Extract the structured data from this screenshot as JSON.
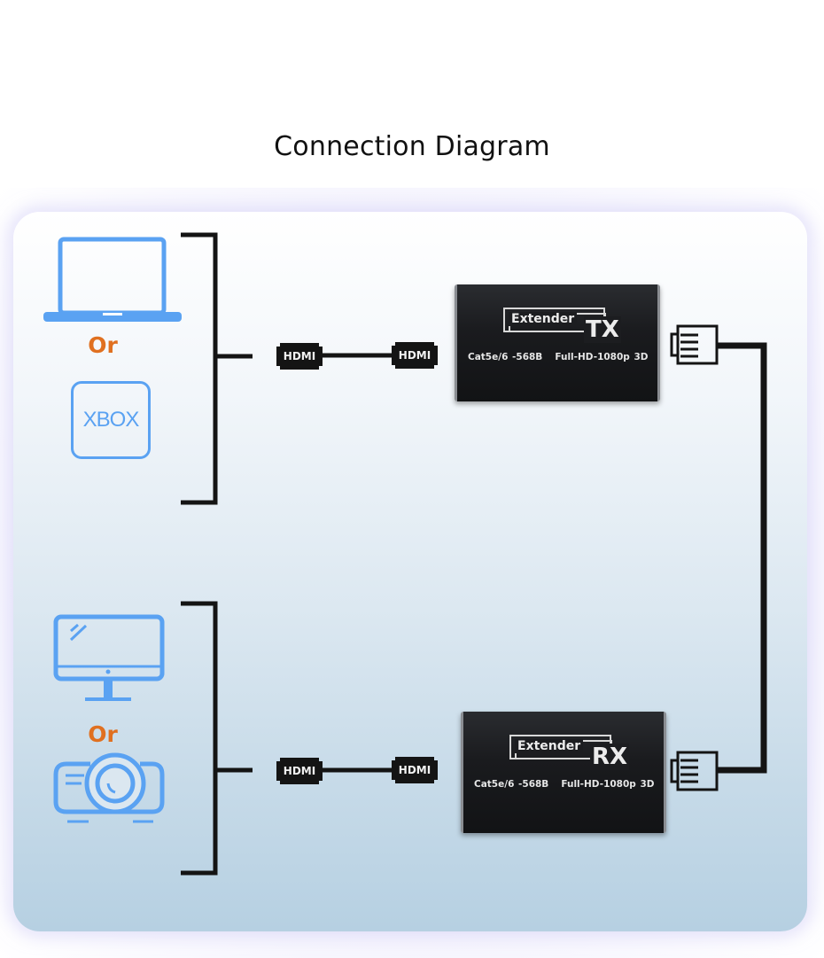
{
  "title": "Connection Diagram",
  "colors": {
    "icon_blue": "#5aa2f2",
    "or_orange": "#e07020",
    "line_black": "#141414",
    "device_body": "#1a1b1e"
  },
  "source_group": {
    "devices": [
      {
        "name": "laptop",
        "icon": "laptop-icon"
      },
      {
        "name": "xbox",
        "icon": "xbox-icon",
        "label": "XBOX"
      }
    ],
    "or_label": "Or"
  },
  "display_group": {
    "devices": [
      {
        "name": "monitor",
        "icon": "monitor-icon"
      },
      {
        "name": "projector",
        "icon": "projector-icon"
      }
    ],
    "or_label": "Or"
  },
  "cables": {
    "top": {
      "left_plug": "HDMI",
      "right_plug": "HDMI"
    },
    "bottom": {
      "left_plug": "HDMI",
      "right_plug": "HDMI"
    },
    "network": {
      "connector": "rj45-icon"
    }
  },
  "transmitter": {
    "brand": "Extender",
    "code": "TX",
    "spec_cable": "Cat5e/6 -568B",
    "spec_video": "Full-HD-1080p 3D"
  },
  "receiver": {
    "brand": "Extender",
    "code": "RX",
    "spec_cable": "Cat5e/6 -568B",
    "spec_video": "Full-HD-1080p 3D"
  }
}
